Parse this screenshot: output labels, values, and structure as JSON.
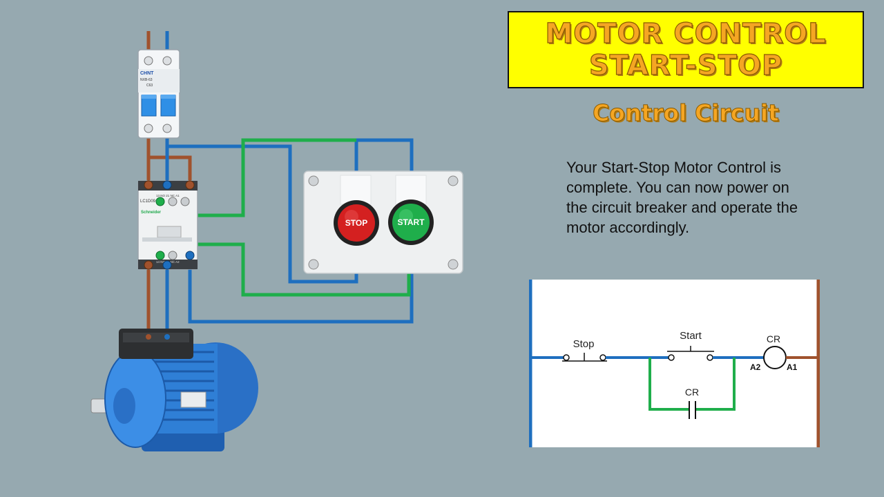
{
  "title": {
    "line1": "MOTOR CONTROL",
    "line2": "START-STOP"
  },
  "subtitle": "Control Circuit",
  "description": "Your Start-Stop Motor Control is complete. You can now power on the circuit breaker and operate the motor accordingly.",
  "breaker": {
    "brand": "CHNT",
    "model": "NXB-63",
    "rating": "C63"
  },
  "contactor": {
    "brand": "Schneider",
    "model": "LC1D09",
    "top_terminals": [
      "13",
      "NO",
      "21",
      "NC",
      "A1"
    ],
    "bottom_terminals": [
      "14",
      "NO",
      "22",
      "NC",
      "A2"
    ]
  },
  "push_buttons": {
    "stop_label": "STOP",
    "start_label": "START"
  },
  "ladder": {
    "stop_label": "Stop",
    "start_label": "Start",
    "coil_label": "CR",
    "coil_left_terminal": "A2",
    "coil_right_terminal": "A1",
    "holding_contact_label": "CR"
  },
  "colors": {
    "background": "#96a9b0",
    "title_bg": "#ffff00",
    "title_text": "#f5a623",
    "wire_brown": "#a0522d",
    "wire_blue": "#1e6fbf",
    "wire_green": "#1fae4b",
    "stop_button": "#d42020",
    "start_button": "#1fae4b",
    "motor": "#2f7fd6"
  }
}
